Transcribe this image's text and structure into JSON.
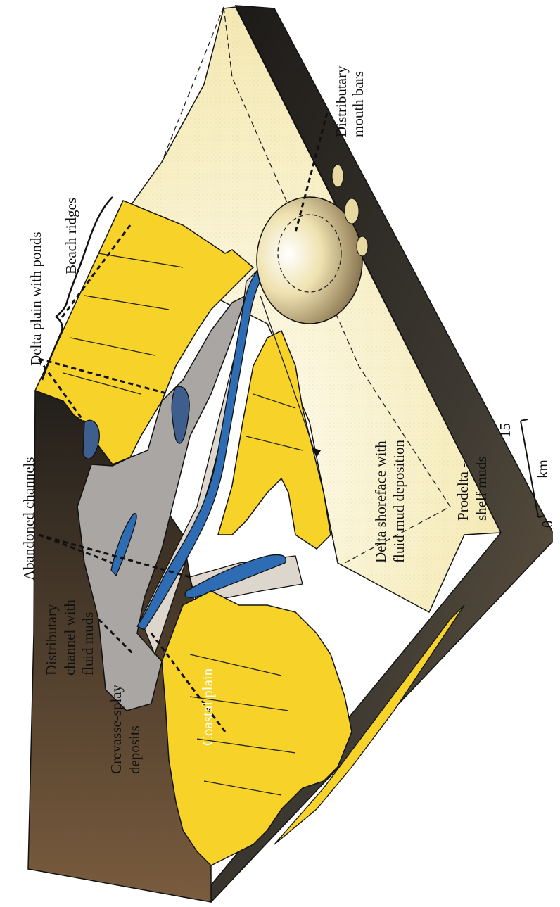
{
  "labels": {
    "beach_ridges": "Beach ridges",
    "distributary_mouth_bars_1": "Distributary",
    "distributary_mouth_bars_2": "mouth bars",
    "delta_plain_with_ponds": "Delta plain with ponds",
    "abandoned_channels": "Abandoned channels",
    "distributary_channel_1": "Distributary",
    "distributary_channel_2": "channel with",
    "distributary_channel_3": "fluid muds",
    "crevasse_splay_1": "Crevasse-splay",
    "crevasse_splay_2": "deposits",
    "coastal_plain": "Coastal plain",
    "delta_shoreface_1": "Delta shoreface with",
    "delta_shoreface_2": "fluid mud deposition",
    "prodelta_1": "Prodelta -",
    "prodelta_2": "shelf muds"
  },
  "scale": {
    "tick_0": "0",
    "tick_15": "15",
    "unit": "km"
  },
  "colors": {
    "sea": "#f7efc0",
    "plain_yellow": "#f7d32a",
    "block_side": "#3d3a32",
    "channel_blue": "#2e6db4",
    "levee_light": "#ddd6cc",
    "grey_marsh": "#a9a6a3",
    "pond_blue": "#3e5f8e",
    "mouth_bar": "#e8d9a0"
  }
}
